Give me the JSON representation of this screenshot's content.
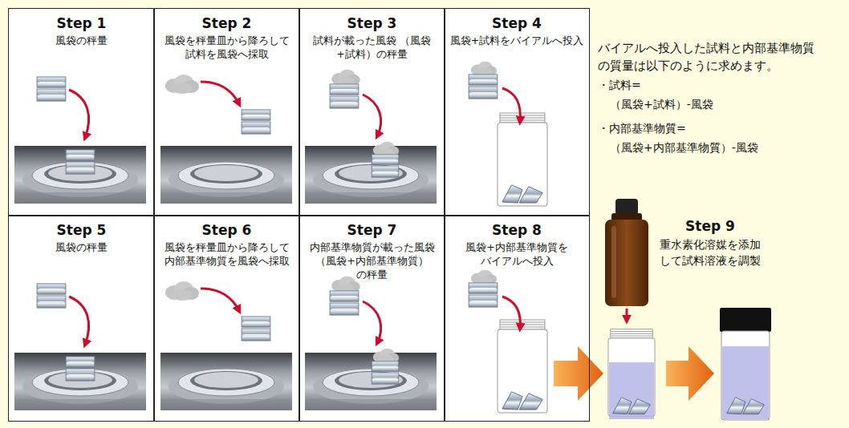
{
  "diagram": {
    "nodes": [
      {
        "text": [
          "Step 1",
          "風袋の秤量"
        ]
      },
      {
        "text": [
          "Step 2",
          "風袋を秤量皿から降ろして 試料を風袋へ採取"
        ]
      },
      {
        "text": [
          "Step 3",
          "試料が載った風袋 （風袋+試料）の秤量"
        ]
      },
      {
        "text": [
          "Step 4",
          "風袋+試料をバイアルへ投入"
        ]
      },
      {
        "text": [
          "Step 5",
          "風袋の秤量"
        ]
      },
      {
        "text": [
          "Step 6",
          "風袋を秤量皿から降ろして 内部基準物質を風袋へ採取"
        ]
      },
      {
        "text": [
          "Step 7",
          "内部基準物質が載った風袋 （風袋+内部基準物質）の秤量"
        ]
      },
      {
        "text": [
          "Step 8",
          "風袋+内部基準物質を バイアルへ投入"
        ]
      }
    ],
    "labels": [
      "バイアルへ投入した試料と内部基準物質 の質量は以下のように求めます。",
      "・試料=",
      "（風袋+試料）-風袋",
      "・内部基準物質=",
      "（風袋+内部基準物質）-風袋",
      "Step 9",
      "重水素化溶媒を添加 して試料溶液を調製"
    ]
  }
}
